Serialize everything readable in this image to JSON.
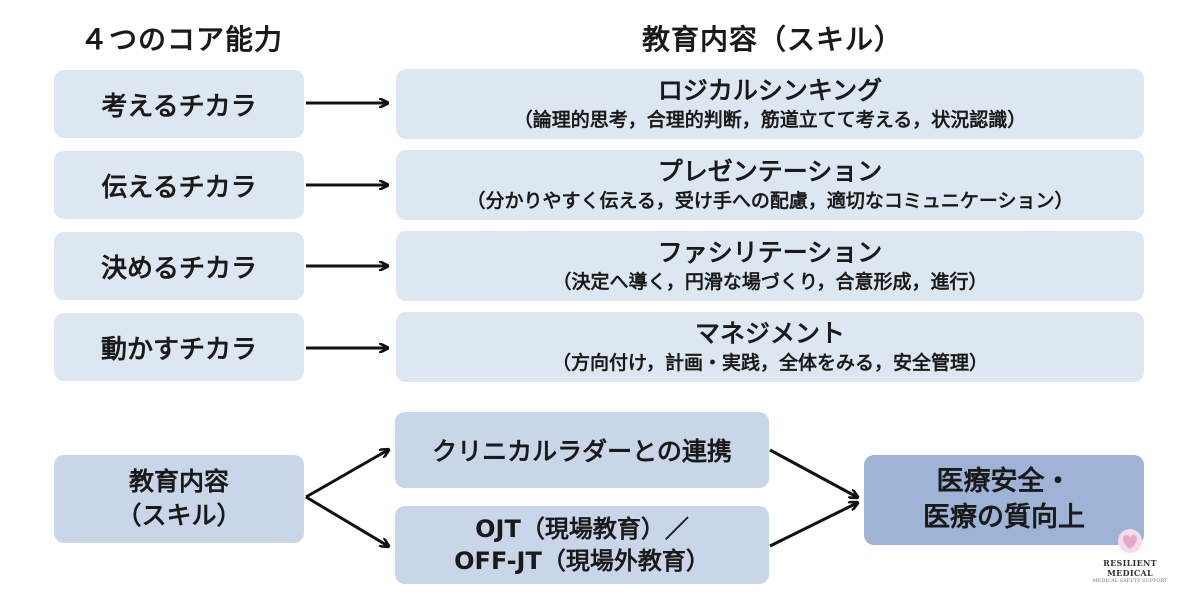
{
  "headers": {
    "left": "４つのコア能力",
    "right": "教育内容（スキル）"
  },
  "rows": [
    {
      "ability": "考えるチカラ",
      "skill": "ロジカルシンキング",
      "detail": "（論理的思考，合理的判断，筋道立てて考える，状況認識）"
    },
    {
      "ability": "伝えるチカラ",
      "skill": "プレゼンテーション",
      "detail": "（分かりやすく伝える，受け手への配慮，適切なコミュニケーション）"
    },
    {
      "ability": "決めるチカラ",
      "skill": "ファシリテーション",
      "detail": "（決定へ導く，円滑な場づくり，合意形成，進行）"
    },
    {
      "ability": "動かすチカラ",
      "skill": "マネジメント",
      "detail": "（方向付け，計画・実践，全体をみる，安全管理）"
    }
  ],
  "flow": {
    "source_line1": "教育内容",
    "source_line2": "（スキル）",
    "ladder": "クリニカルラダーとの連携",
    "ojt_line1": "OJT（現場教育）／",
    "ojt_line2": "OFF-JT（現場外教育）",
    "goal_line1": "医療安全・",
    "goal_line2": "医療の質向上"
  },
  "logo": {
    "name": "RESILIENT MEDICAL",
    "tagline": "MEDICAL SAFETY SUPPORT",
    "icon": "heart-logo-icon"
  },
  "colors": {
    "light_box": "#dde7f1",
    "mid_box": "#c9d6ea",
    "goal_box": "#9eb3d6",
    "arrow": "#111111",
    "logo_accent": "#e7a9c8"
  }
}
